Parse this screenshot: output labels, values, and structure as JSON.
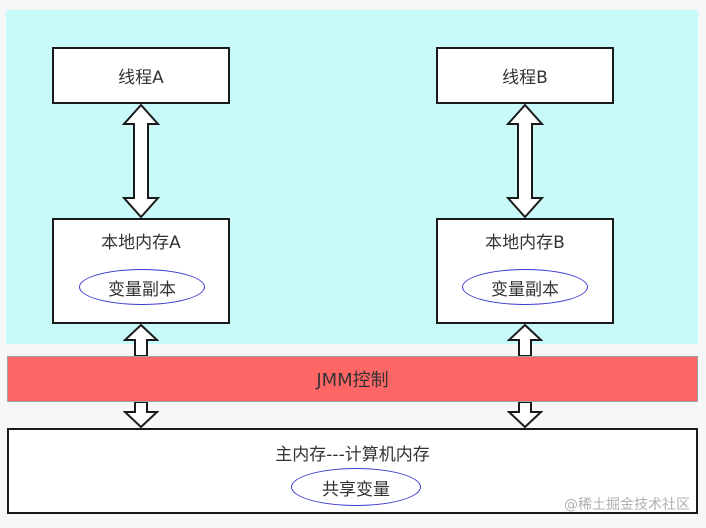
{
  "thread_a": "线程A",
  "thread_b": "线程B",
  "local_mem_a": "本地内存A",
  "local_mem_b": "本地内存B",
  "var_copy_a": "变量副本",
  "var_copy_b": "变量副本",
  "jmm": "JMM控制",
  "main_mem": "主内存---计算机内存",
  "shared_var": "共享变量",
  "watermark": "@稀土掘金技术社区",
  "colors": {
    "thread_region": "#c9fafa",
    "jmm_bar": "#ff6666",
    "ellipse_border": "#3a3acf"
  }
}
